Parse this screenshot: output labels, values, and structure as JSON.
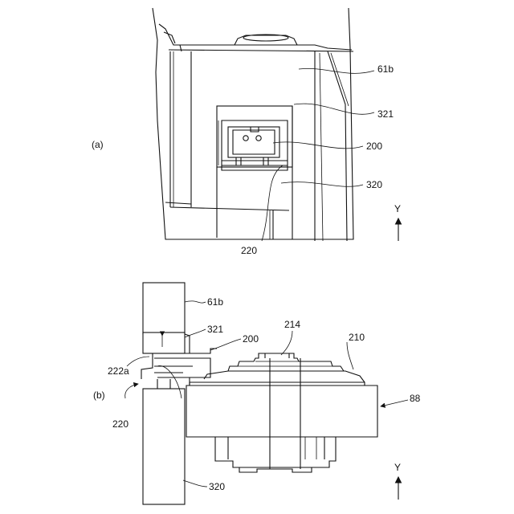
{
  "panel_a": {
    "panel_label": "(a)",
    "labels": {
      "l61b": "61b",
      "l321": "321",
      "l200": "200",
      "l320": "320",
      "l220": "220"
    },
    "axis": "Y"
  },
  "panel_b": {
    "panel_label": "(b)",
    "labels": {
      "l61b": "61b",
      "l321": "321",
      "l200": "200",
      "l214": "214",
      "l210": "210",
      "l222a": "222a",
      "l88": "88",
      "l220": "220",
      "l320": "320"
    },
    "axis": "Y"
  }
}
